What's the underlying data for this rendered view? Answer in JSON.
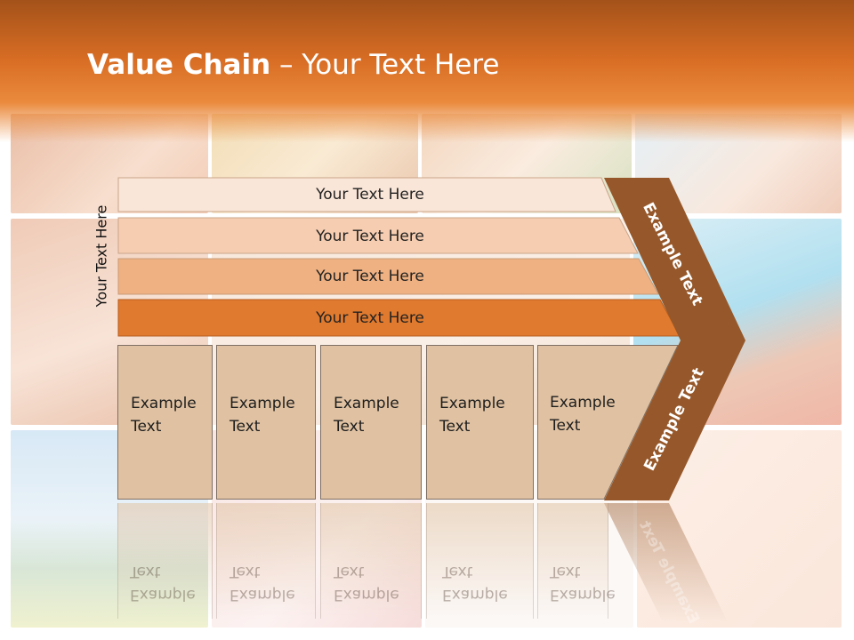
{
  "slide": {
    "title_bold": "Value Chain",
    "title_rest": " – Your Text Here",
    "side_label": "Your Text Here",
    "rows": [
      {
        "label": "Your Text Here",
        "color": "#fae6d8"
      },
      {
        "label": "Your Text Here",
        "color": "#f6cdb0"
      },
      {
        "label": "Your Text Here",
        "color": "#efb182"
      },
      {
        "label": "Your Text Here",
        "color": "#e07a2e"
      }
    ],
    "boxes": [
      {
        "line1": "Example",
        "line2": "Text"
      },
      {
        "line1": "Example",
        "line2": "Text"
      },
      {
        "line1": "Example",
        "line2": "Text"
      },
      {
        "line1": "Example",
        "line2": "Text"
      },
      {
        "line1": "Example",
        "line2": "Text"
      }
    ],
    "arrow_upper_label": "Example Text",
    "arrow_lower_label": "Example Text",
    "colors": {
      "header_dark": "#a4521a",
      "header_mid": "#d86d24",
      "arrow": "#96582a",
      "box_fill": "#e0c2a2",
      "box_border": "#7e6f64"
    }
  }
}
